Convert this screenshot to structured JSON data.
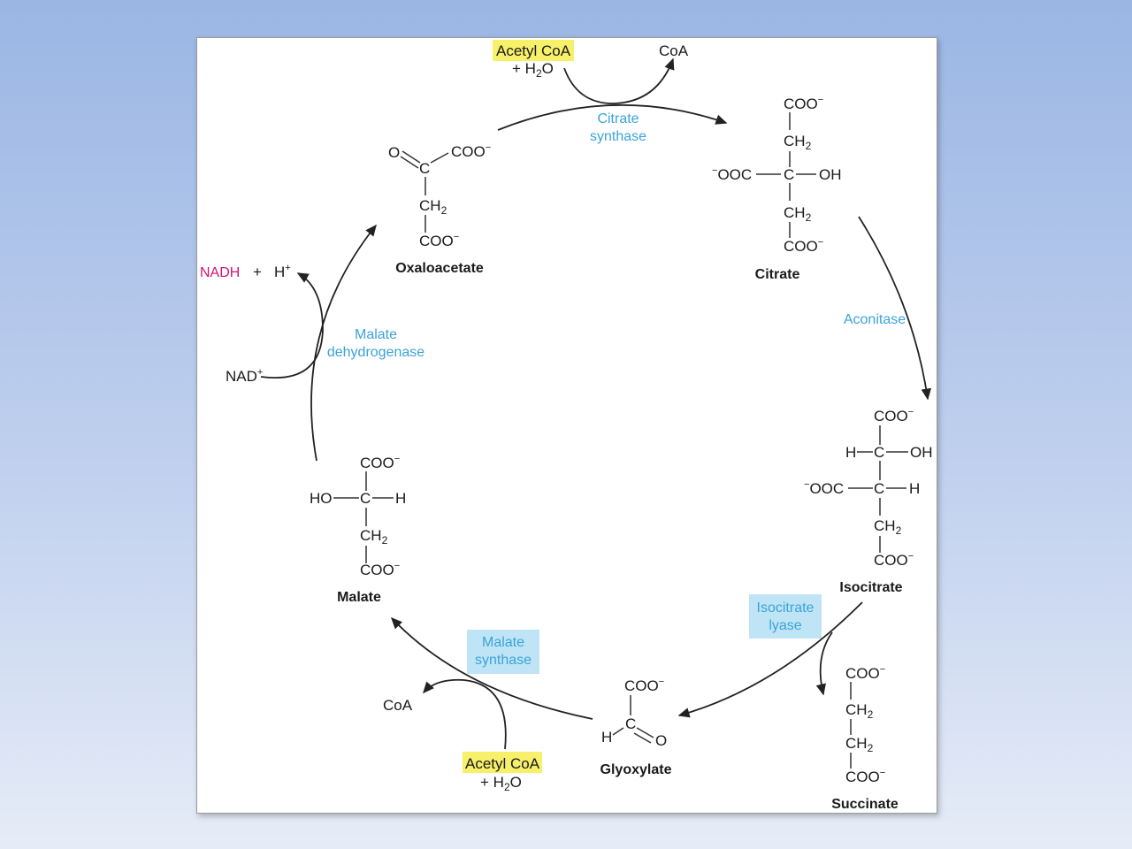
{
  "molecules": {
    "oxaloacetate": {
      "name": "Oxaloacetate",
      "o": "O",
      "c": "C",
      "coo_top": "COO",
      "ch2": "CH",
      "coo_bottom": "COO"
    },
    "citrate": {
      "name": "Citrate",
      "coo_top": "COO",
      "ch2_top": "CH",
      "left": "OOC",
      "c": "C",
      "oh": "OH",
      "ch2_bottom": "CH",
      "coo_bottom": "COO"
    },
    "isocitrate": {
      "name": "Isocitrate",
      "coo_top": "COO",
      "h1": "H",
      "c1": "C",
      "oh": "OH",
      "left": "OOC",
      "c2": "C",
      "h2": "H",
      "ch2": "CH",
      "coo_bottom": "COO"
    },
    "succinate": {
      "name": "Succinate",
      "coo_top": "COO",
      "ch2_a": "CH",
      "ch2_b": "CH",
      "coo_bottom": "COO"
    },
    "glyoxylate": {
      "name": "Glyoxylate",
      "coo": "COO",
      "h": "H",
      "c": "C",
      "o": "O"
    },
    "malate": {
      "name": "Malate",
      "coo_top": "COO",
      "ho": "HO",
      "c": "C",
      "h": "H",
      "ch2": "CH",
      "coo_bottom": "COO"
    }
  },
  "enzymes": {
    "citrate_synthase": [
      "Citrate",
      "synthase"
    ],
    "aconitase": "Aconitase",
    "isocitrate_lyase": [
      "Isocitrate",
      "lyase"
    ],
    "malate_synthase": [
      "Malate",
      "synthase"
    ],
    "malate_dehydrogenase": [
      "Malate",
      "dehydrogenase"
    ]
  },
  "cofactors": {
    "acetyl_coa_top": "Acetyl CoA",
    "h2o_top": "+ H",
    "coa_top": "CoA",
    "acetyl_coa_bottom": "Acetyl CoA",
    "h2o_bottom": "+ H",
    "coa_bottom": "CoA",
    "nadh": "NADH",
    "plus": "+",
    "h_plus": "H",
    "nad": "NAD"
  },
  "glyphs": {
    "sub2": "2",
    "minus": "−",
    "plus": "+",
    "sup_o": "O"
  },
  "colors": {
    "enzyme_text": "#3aa3d8",
    "enzyme_box": "#bfe4f6",
    "acetyl_highlight": "#f7f06a",
    "nadh": "#d4136f"
  }
}
